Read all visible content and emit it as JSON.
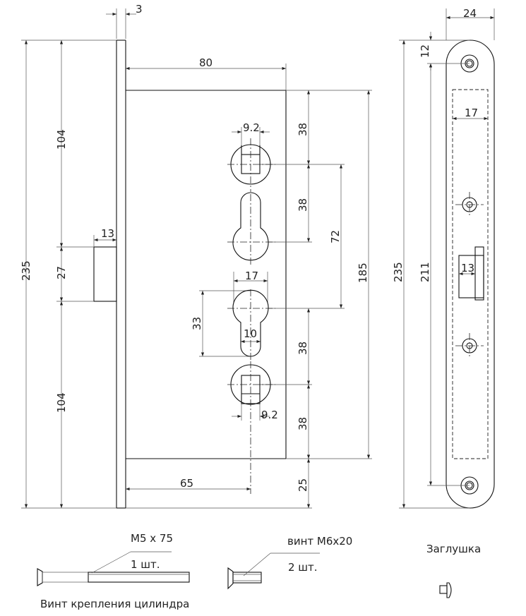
{
  "title": "Lock body dimensional drawing",
  "dimensions": {
    "faceplate_thickness": "3",
    "backset_depth": "80",
    "total_height_left": "235",
    "top_to_latch": "104",
    "latch_height": "27",
    "latch_to_bottom": "104",
    "latch_projection": "13",
    "spindle_square_top": "9.2",
    "spindle_square_bottom": "9.2",
    "cylinder_width": "17",
    "cylinder_slot": "10",
    "cylinder_height": "33",
    "backset": "65",
    "step_1": "38",
    "step_2": "38",
    "step_3": "38",
    "step_4": "38",
    "bottom_offset": "25",
    "center_distance": "72",
    "body_height": "185",
    "strike_width": "24",
    "strike_screw_offset": "12",
    "strike_inner_width": "17",
    "strike_height": "235",
    "strike_screw_distance": "211",
    "strike_latch": "13"
  },
  "parts": {
    "cyl_screw_size": "M5 x 75",
    "cyl_screw_qty": "1 шт.",
    "cyl_screw_label": "Винт крепления цилиндра",
    "screw_size": "винт М6х20",
    "screw_qty": "2 шт.",
    "cap_label": "Заглушка"
  }
}
